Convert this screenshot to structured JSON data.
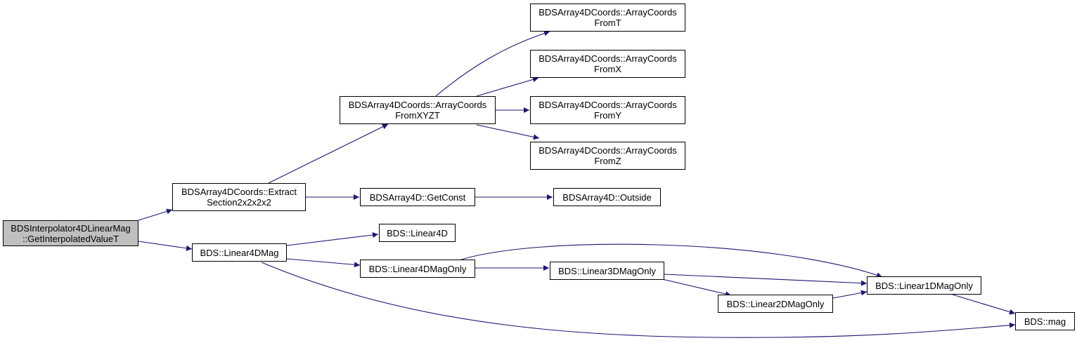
{
  "colors": {
    "edge": "#191970",
    "root_fill": "#bfbfbf",
    "node_fill": "#ffffff",
    "border": "#000000"
  },
  "nodes": {
    "root": {
      "line1": "BDSInterpolator4DLinearMag",
      "line2": "::GetInterpolatedValueT"
    },
    "extract": {
      "line1": "BDSArray4DCoords::Extract",
      "line2": "Section2x2x2x2"
    },
    "linear4dmag": {
      "line1": "BDS::Linear4DMag"
    },
    "fromxyzt": {
      "line1": "BDSArray4DCoords::ArrayCoords",
      "line2": "FromXYZT"
    },
    "getconst": {
      "line1": "BDSArray4D::GetConst"
    },
    "linear4d": {
      "line1": "BDS::Linear4D"
    },
    "linear4dmagonly": {
      "line1": "BDS::Linear4DMagOnly"
    },
    "fromt": {
      "line1": "BDSArray4DCoords::ArrayCoords",
      "line2": "FromT"
    },
    "fromx": {
      "line1": "BDSArray4DCoords::ArrayCoords",
      "line2": "FromX"
    },
    "fromy": {
      "line1": "BDSArray4DCoords::ArrayCoords",
      "line2": "FromY"
    },
    "fromz": {
      "line1": "BDSArray4DCoords::ArrayCoords",
      "line2": "FromZ"
    },
    "outside": {
      "line1": "BDSArray4D::Outside"
    },
    "linear3dmagonly": {
      "line1": "BDS::Linear3DMagOnly"
    },
    "linear2dmagonly": {
      "line1": "BDS::Linear2DMagOnly"
    },
    "linear1dmagonly": {
      "line1": "BDS::Linear1DMagOnly"
    },
    "mag": {
      "line1": "BDS::mag"
    }
  }
}
